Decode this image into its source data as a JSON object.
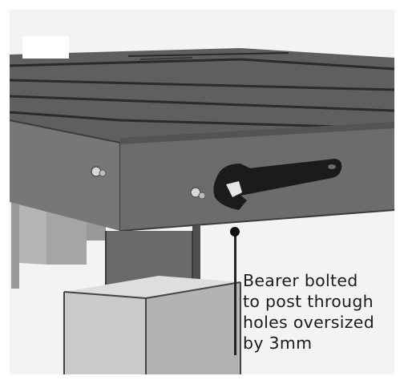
{
  "callout": {
    "lines": [
      "Bearer bolted",
      "to post through",
      "holes oversized",
      "by 3mm"
    ]
  },
  "colors": {
    "deck_top": "#5e5e5e",
    "deck_board_line": "#2e2e2e",
    "bearer_face": "#6d6d6d",
    "post_dark": "#686868",
    "post_pad": "#bfbfbf",
    "background_post": "#a8a8a8",
    "wrench": "#1b1b1b",
    "bolt": "#d9d9d9",
    "text": "#1c1c1c"
  },
  "icons": {
    "wrench": "adjustable-wrench",
    "bolt": "bolt-head"
  }
}
